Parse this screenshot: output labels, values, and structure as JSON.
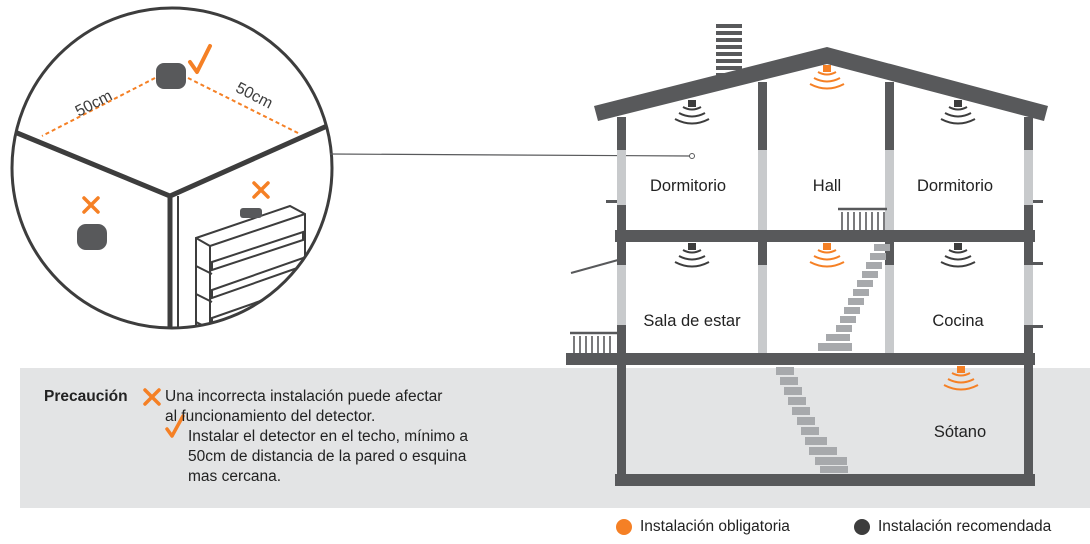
{
  "colors": {
    "mandatory": "#f58025",
    "recommended": "#3d3d3d",
    "house": "#58595b",
    "wall_light": "#c8cacc",
    "ground": "#e3e4e5"
  },
  "zoom": {
    "distance_left": "50cm",
    "distance_right": "50cm",
    "ok_icon": "check-icon",
    "wrong_icon": "cross-icon"
  },
  "rooms": {
    "bedroom_left": "Dormitorio",
    "hall": "Hall",
    "bedroom_right": "Dormitorio",
    "living": "Sala de estar",
    "kitchen": "Cocina",
    "basement": "Sótano"
  },
  "caution": {
    "title": "Precaución",
    "wrong_line1": "Una incorrecta instalación puede afectar",
    "wrong_line2": "al funcionamiento del detector.",
    "ok_line1": "Instalar el detector en el techo, mínimo a",
    "ok_line2": "50cm de distancia de la pared o esquina",
    "ok_line3": "mas cercana."
  },
  "legend": {
    "mandatory": "Instalación obligatoria",
    "recommended": "Instalación recomendada"
  }
}
